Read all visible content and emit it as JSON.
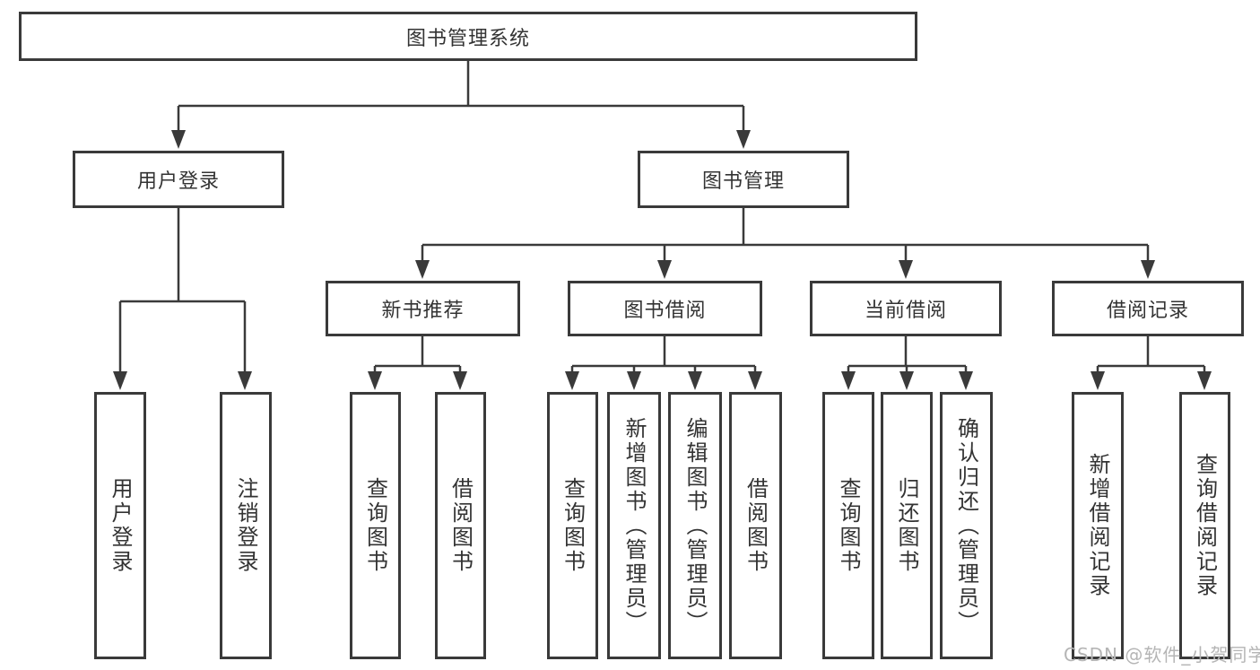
{
  "tree": {
    "root": {
      "label": "图书管理系统"
    },
    "branches": [
      {
        "label": "用户登录",
        "children": [
          {
            "label": "用户登录"
          },
          {
            "label": "注销登录"
          }
        ]
      },
      {
        "label": "图书管理",
        "sections": [
          {
            "label": "新书推荐",
            "children": [
              {
                "label": "查询图书"
              },
              {
                "label": "借阅图书"
              }
            ]
          },
          {
            "label": "图书借阅",
            "children": [
              {
                "label": "查询图书"
              },
              {
                "label": "新增图书（管理员）"
              },
              {
                "label": "编辑图书（管理员）"
              },
              {
                "label": "借阅图书"
              }
            ]
          },
          {
            "label": "当前借阅",
            "children": [
              {
                "label": "查询图书"
              },
              {
                "label": "归还图书"
              },
              {
                "label": "确认归还（管理员）"
              }
            ]
          },
          {
            "label": "借阅记录",
            "children": [
              {
                "label": "新增借阅记录"
              },
              {
                "label": "查询借阅记录"
              }
            ]
          }
        ]
      }
    ]
  },
  "watermark": {
    "text": "CSDN @软件_小贺同学"
  },
  "colors": {
    "line": "#3a3a3a",
    "box_border": "#3a3a3a",
    "text": "#333333",
    "watermark": "#b5b5b5",
    "background": "#ffffff"
  }
}
